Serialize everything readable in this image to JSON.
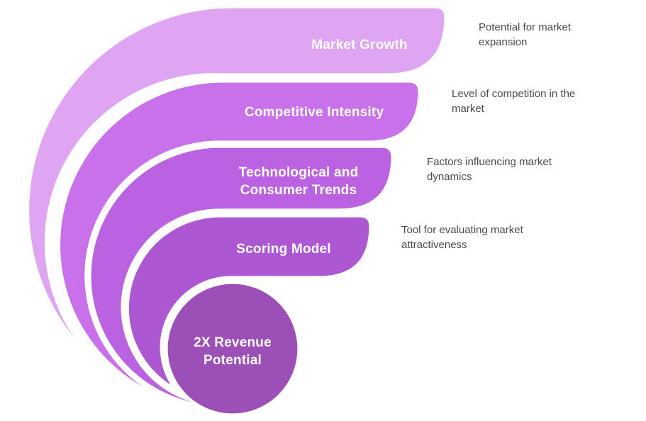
{
  "colors": {
    "layer1": "#dfa5f3",
    "layer2": "#c871ea",
    "layer3": "#bb62e2",
    "layer4": "#ad58d2",
    "layer5": "#9c50b7",
    "outline": "#ffffff",
    "label_text": "#ffffff",
    "description_text": "#4a4a4a",
    "background": "#ffffff"
  },
  "layers": [
    {
      "label": "Market Growth",
      "description": "Potential for market\nexpansion"
    },
    {
      "label": "Competitive Intensity",
      "description": "Level of competition in the\nmarket"
    },
    {
      "label": "Technological and\nConsumer Trends",
      "description": "Factors influencing market\ndynamics"
    },
    {
      "label": "Scoring Model",
      "description": "Tool for evaluating market\nattractiveness"
    },
    {
      "label": "2X Revenue\nPotential",
      "description": ""
    }
  ]
}
